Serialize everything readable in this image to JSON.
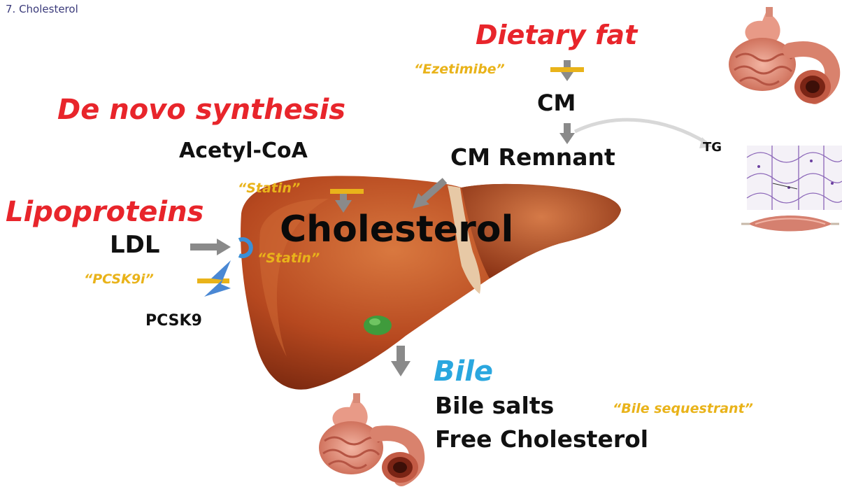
{
  "header": {
    "section_title": "7. Cholesterol"
  },
  "sources": {
    "dietary_fat": "Dietary fat",
    "de_novo": "De novo synthesis",
    "lipoproteins": "Lipoproteins"
  },
  "metabolites": {
    "cm": "CM",
    "cm_remnant": "CM Remnant",
    "acetyl_coa": "Acetyl-CoA",
    "cholesterol": "Cholesterol",
    "ldl": "LDL",
    "pcsk9": "PCSK9",
    "tg": "TG"
  },
  "drugs": {
    "ezetimibe": "“Ezetimibe”",
    "statin_1": "“Statin”",
    "statin_2": "“Statin”",
    "pcsk9i": "“PCSK9i”",
    "bile_sequestrant": "“Bile sequestrant”"
  },
  "bile": {
    "title": "Bile",
    "salts": "Bile salts",
    "free_cholesterol": "Free Cholesterol"
  },
  "colors": {
    "source_red": "#e8252b",
    "drug_yellow": "#e9b31a",
    "bile_blue": "#2aa7df",
    "liver": "#b84a1f",
    "arrow_gray": "#8a8a8a"
  }
}
